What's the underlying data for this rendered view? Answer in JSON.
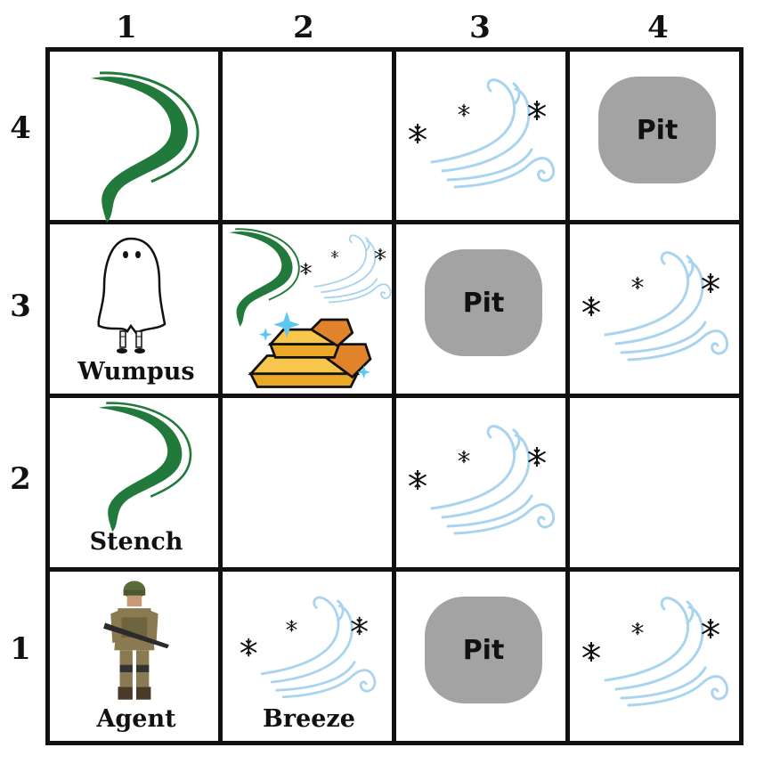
{
  "columns": [
    "1",
    "2",
    "3",
    "4"
  ],
  "rows": [
    "4",
    "3",
    "2",
    "1"
  ],
  "cells": {
    "r4c1": {
      "icon": "stench-icon"
    },
    "r4c2": {},
    "r4c3": {
      "icon": "breeze-icon"
    },
    "r4c4": {
      "pit_label": "Pit"
    },
    "r3c1": {
      "icon": "wumpus-ghost-icon",
      "caption": "Wumpus"
    },
    "r3c2": {
      "icons": [
        "stench-icon",
        "breeze-icon",
        "gold-icon"
      ]
    },
    "r3c3": {
      "pit_label": "Pit"
    },
    "r3c4": {
      "icon": "breeze-icon"
    },
    "r2c1": {
      "icon": "stench-icon",
      "caption": "Stench"
    },
    "r2c2": {},
    "r2c3": {
      "icon": "breeze-icon"
    },
    "r2c4": {},
    "r1c1": {
      "icon": "agent-soldier-icon",
      "caption": "Agent"
    },
    "r1c2": {
      "icon": "breeze-icon",
      "caption": "Breeze"
    },
    "r1c3": {
      "pit_label": "Pit"
    },
    "r1c4": {
      "icon": "breeze-icon"
    }
  },
  "colors": {
    "stench": "#217a3c",
    "breeze": "#a9d4ef",
    "pit": "#a3a3a3",
    "gold": "#f2b233",
    "gold_dark": "#e0832a",
    "sparkle": "#5cc8f2",
    "grid": "#111111"
  }
}
